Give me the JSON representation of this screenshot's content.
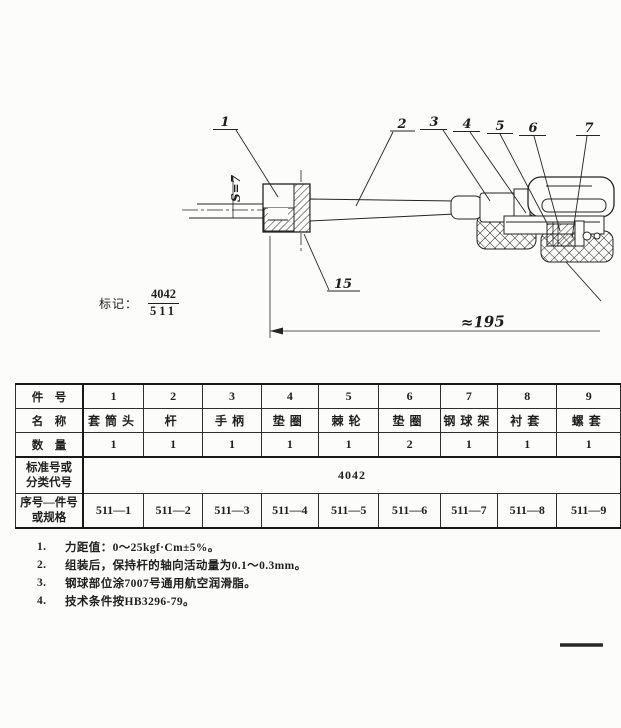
{
  "drawing": {
    "callouts": [
      "1",
      "2",
      "3",
      "4",
      "5",
      "6",
      "7"
    ],
    "callout_15": "15",
    "flat_dim": "S=7",
    "length_dim": "≈195"
  },
  "marking": {
    "label": "标记：",
    "numerator": "4042",
    "denominator": "511"
  },
  "parts_table": {
    "headers": {
      "part_no": "件　号",
      "name": "名　称",
      "qty": "数　量",
      "std_1": "标准号或",
      "std_2": "分类代号",
      "serial_1": "序号—件号",
      "serial_2": "或规格"
    },
    "std_code": "4042",
    "columns": [
      {
        "no": "1",
        "name": "套筒头",
        "qty": "1",
        "serial": "511—1"
      },
      {
        "no": "2",
        "name": "杆",
        "qty": "1",
        "serial": "511—2"
      },
      {
        "no": "3",
        "name": "手柄",
        "qty": "1",
        "serial": "511—3"
      },
      {
        "no": "4",
        "name": "垫圈",
        "qty": "1",
        "serial": "511—4"
      },
      {
        "no": "5",
        "name": "棘轮",
        "qty": "1",
        "serial": "511—5"
      },
      {
        "no": "6",
        "name": "垫圈",
        "qty": "2",
        "serial": "511—6"
      },
      {
        "no": "7",
        "name": "钢球架",
        "qty": "1",
        "serial": "511—7"
      },
      {
        "no": "8",
        "name": "衬套",
        "qty": "1",
        "serial": "511—8"
      },
      {
        "no": "9",
        "name": "螺套",
        "qty": "1",
        "serial": "511—9"
      }
    ]
  },
  "notes": [
    {
      "num": "1.",
      "text": "力距值：0～25kgf·Cm±5%。"
    },
    {
      "num": "2.",
      "text": "组装后，保持杆的轴向活动量为0.1～0.3mm。"
    },
    {
      "num": "3.",
      "text": "钢球部位涂7007号通用航空润滑脂。"
    },
    {
      "num": "4.",
      "text": "技术条件按HB3296-79。"
    }
  ]
}
